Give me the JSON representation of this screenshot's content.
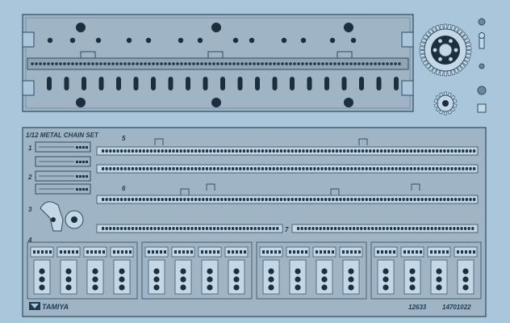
{
  "colors": {
    "background": "#a9c6da",
    "fret_fill": "#9fb4c4",
    "fret_stroke": "#2f4d63",
    "hole_fill": "#1b2f3e",
    "chain_dark": "#1f3445",
    "light_part": "#c3d7e6"
  },
  "sheet": {
    "title": "1/12 METAL CHAIN SET",
    "brand": "TAMIYA",
    "item_number": "12633",
    "part_number": "14701022",
    "part_labels": [
      "1",
      "2",
      "3",
      "4",
      "5",
      "6",
      "7"
    ]
  },
  "icons": [
    "sprocket-icon",
    "chain-link-icon",
    "tamiya-logo-icon"
  ]
}
